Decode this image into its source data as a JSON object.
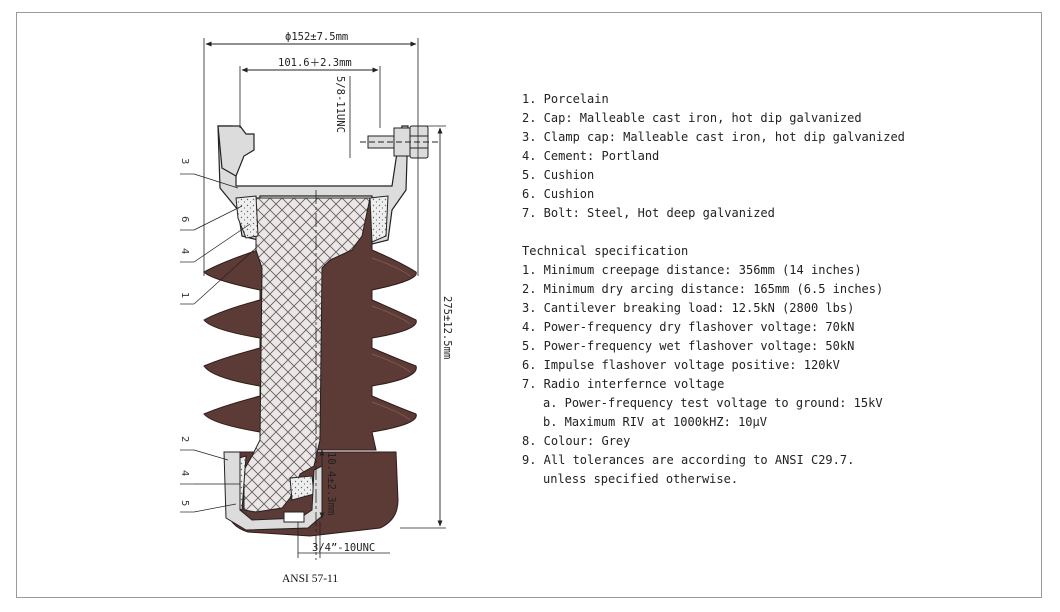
{
  "dimensions": {
    "overall_diameter": "ϕ152±7.5mm",
    "cap_width": "101.6＋2.3mm",
    "bolt_thread": "5/8-11UNC",
    "height": "275±12.5mm",
    "base_recess": "10.4±2.3mm",
    "base_thread": "3/4”-10UNC"
  },
  "callouts": {
    "left_upper": [
      "3",
      "6",
      "4",
      "1"
    ],
    "left_lower": [
      "2",
      "4",
      "5"
    ]
  },
  "caption": "ANSI 57-11",
  "parts": [
    "1. Porcelain",
    "2. Cap: Malleable cast iron, hot dip galvanized",
    "3. Clamp cap: Malleable cast iron, hot dip galvanized",
    "4. Cement: Portland",
    "5. Cushion",
    "6. Cushion",
    "7. Bolt: Steel, Hot deep galvanized"
  ],
  "spec_title": "Technical specification",
  "specs": [
    "1. Minimum creepage distance: 356mm (14 inches)",
    "2. Minimum dry arcing distance: 165mm (6.5 inches)",
    "3. Cantilever breaking load: 12.5kN (2800 lbs)",
    "4. Power-frequency dry flashover voltage: 70kN",
    "5. Power-frequency wet flashover voltage: 50kN",
    "6. Impulse flashover voltage positive: 120kV",
    "7. Radio interfernce voltage"
  ],
  "subspecs": [
    "a. Power-frequency test voltage to ground: 15kV",
    "b. Maximum RIV at 1000kHZ: 10μV"
  ],
  "specs_tail": [
    "8. Colour: Grey",
    "9. All tolerances are according to ANSI C29.7.",
    "unless specified otherwise."
  ],
  "colors": {
    "porcelain": "#5c3a36",
    "porcelain_edge": "#2e1b19",
    "metal": "#d9d9d9",
    "core_hatch": "#e8e6e6",
    "line": "#222222"
  }
}
